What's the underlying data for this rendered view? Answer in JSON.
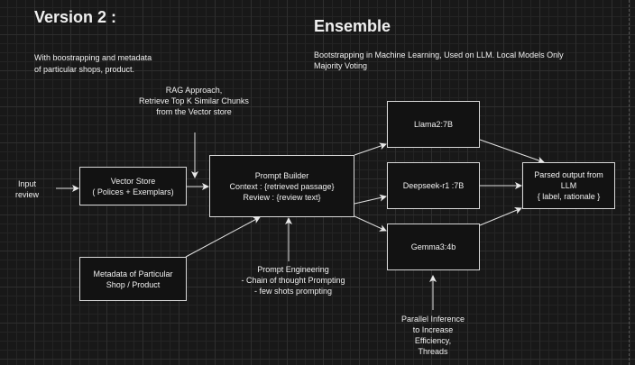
{
  "header": {
    "title": "Version 2 :",
    "subtitle": [
      "With boostrapping and metadata",
      "of particular shops, product."
    ],
    "ensemble_title": "Ensemble",
    "ensemble_subtitle": [
      "Bootstrapping in Machine Learning, Used on LLM. Local Models Only",
      "Majority Voting"
    ]
  },
  "annotations": {
    "rag": [
      "RAG Approach,",
      "Retrieve Top K Similar Chunks",
      "from the Vector store"
    ],
    "input": [
      "Input",
      "review"
    ],
    "prompt_engineering": [
      "Prompt Engineering",
      "- Chain of thought Prompting",
      "- few shots prompting"
    ],
    "parallel": [
      "Parallel Inference",
      "to Increase",
      "Efficiency,",
      "Threads"
    ]
  },
  "nodes": {
    "vector_store": [
      "Vector Store",
      "( Polices + Exemplars)"
    ],
    "metadata": [
      "Metadata of Particular",
      "Shop / Product"
    ],
    "prompt_builder": [
      "Prompt Builder",
      "Context : {retrieved passage}",
      "Review : {review text}"
    ],
    "llama": "Llama2:7B",
    "deepseek": "Deepseek-r1 :7B",
    "gemma": "Gemma3:4b",
    "parsed": [
      "Parsed output from",
      "LLM",
      "{ label, rationale }"
    ]
  },
  "colors": {
    "background": "#181818",
    "box_fill": "#121212",
    "stroke": "#d8d8d8",
    "text": "#f0f0f0"
  }
}
